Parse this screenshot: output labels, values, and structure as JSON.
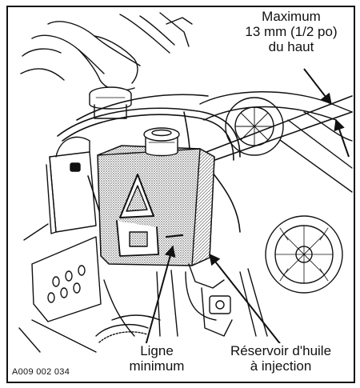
{
  "figure_code": "A009 002 034",
  "labels": {
    "maximum": {
      "line1": "Maximum",
      "line2": "13 mm (1/2 po)",
      "line3": "du haut"
    },
    "minimum": {
      "line1": "Ligne",
      "line2": "minimum"
    },
    "reservoir": {
      "line1": "Réservoir d'huile",
      "line2": "à injection"
    }
  },
  "colors": {
    "ink": "#111111",
    "paper": "#ffffff",
    "tank_stipple": "#9a9a9a"
  }
}
